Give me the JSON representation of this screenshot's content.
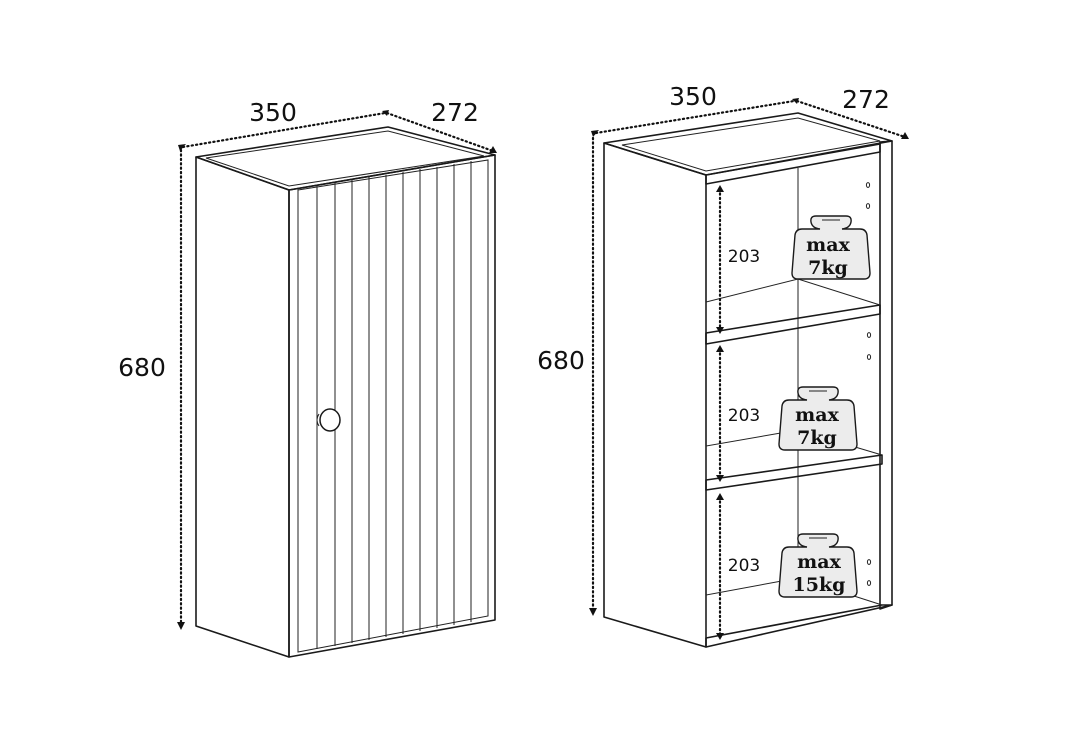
{
  "colors": {
    "line": "#1a1a1a",
    "background": "#ffffff",
    "weight_fill": "#ececec"
  },
  "closed_cabinet": {
    "width": "350",
    "depth": "272",
    "height": "680",
    "handle_icon": "round-knob-icon"
  },
  "open_cabinet": {
    "width": "350",
    "depth": "272",
    "height": "680",
    "shelves": [
      {
        "spacing": "203",
        "load_max": "max",
        "load_value": "7kg"
      },
      {
        "spacing": "203",
        "load_max": "max",
        "load_value": "7kg"
      },
      {
        "spacing": "203",
        "load_max": "max",
        "load_value": "15kg"
      }
    ]
  }
}
